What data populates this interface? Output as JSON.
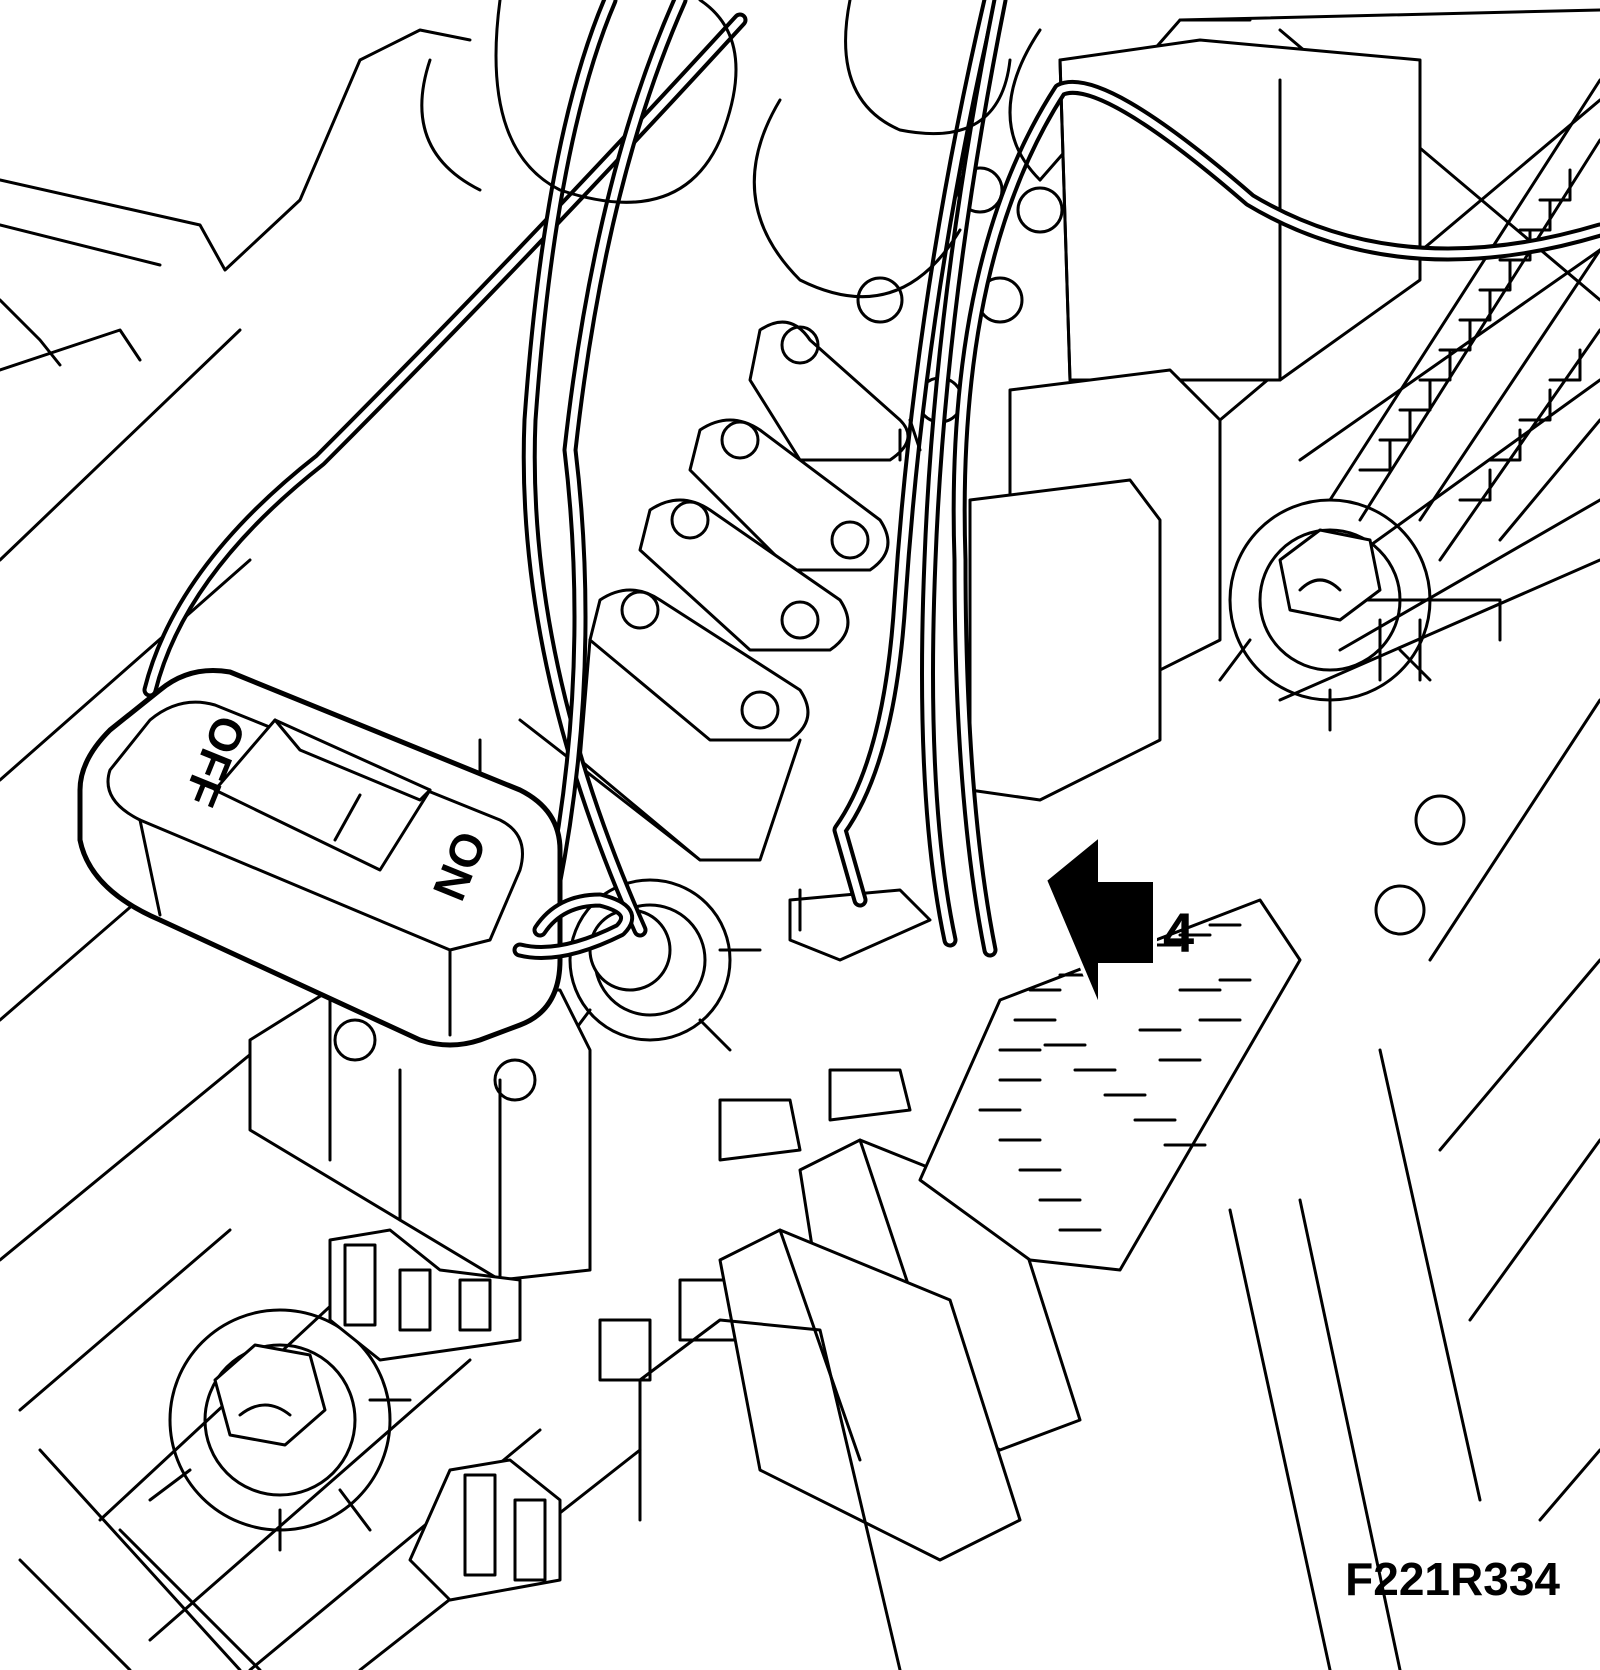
{
  "figure": {
    "code": "F221R334",
    "callout": {
      "number": "4"
    },
    "switch": {
      "off_label": "OFF",
      "on_label": "ON"
    }
  },
  "colors": {
    "line": "#000000",
    "background": "#ffffff"
  }
}
